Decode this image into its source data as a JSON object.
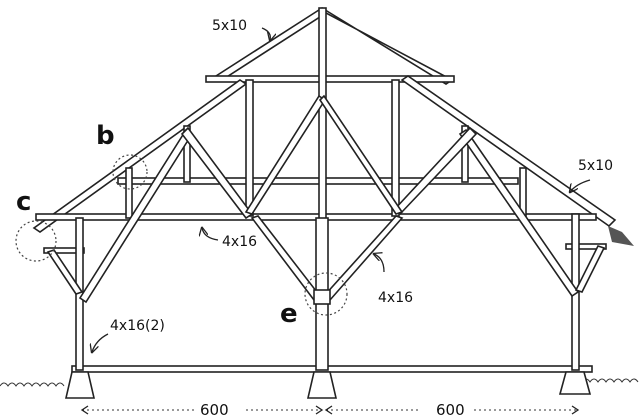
{
  "labels": {
    "ridge": "5x10",
    "rafter_right": "5x10",
    "tie_beam": "4x16",
    "brace": "4x16",
    "post": "4x16(2)"
  },
  "details": {
    "b": "b",
    "c": "c",
    "e": "e"
  },
  "dimensions": {
    "left_span": "600",
    "right_span": "600"
  }
}
